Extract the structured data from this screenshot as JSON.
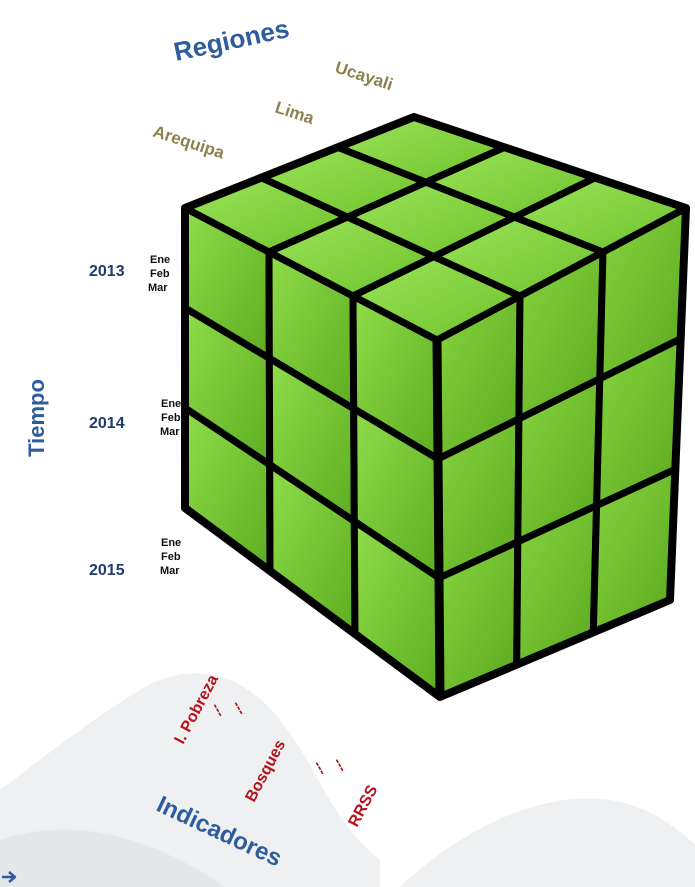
{
  "axes": {
    "regions": {
      "title": "Regiones",
      "items": [
        "Arequipa",
        "Lima",
        "Ucayali"
      ]
    },
    "time": {
      "title": "Tiempo",
      "years": [
        {
          "year": "2013",
          "months": [
            "Ene",
            "Feb",
            "Mar"
          ]
        },
        {
          "year": "2014",
          "months": [
            "Ene",
            "Feb",
            "Mar"
          ]
        },
        {
          "year": "2015",
          "months": [
            "Ene",
            "Feb",
            "Mar"
          ]
        }
      ]
    },
    "indicators": {
      "title": "Indicadores",
      "items": [
        "I. Pobreza",
        "---",
        "---",
        "Bosques",
        "---",
        "---",
        "RRSS"
      ]
    }
  },
  "colors": {
    "axis_title": "#2E5C9C",
    "region_label": "#8E8150",
    "indicator_label": "#B5121B",
    "time_label": "#1E3B6E",
    "cube_green_light": "#8BDB46",
    "cube_green": "#72C62E",
    "cube_green_dark": "#5FAE22",
    "cube_edge": "#000000"
  },
  "icons": [
    "arrow-right-icon"
  ]
}
